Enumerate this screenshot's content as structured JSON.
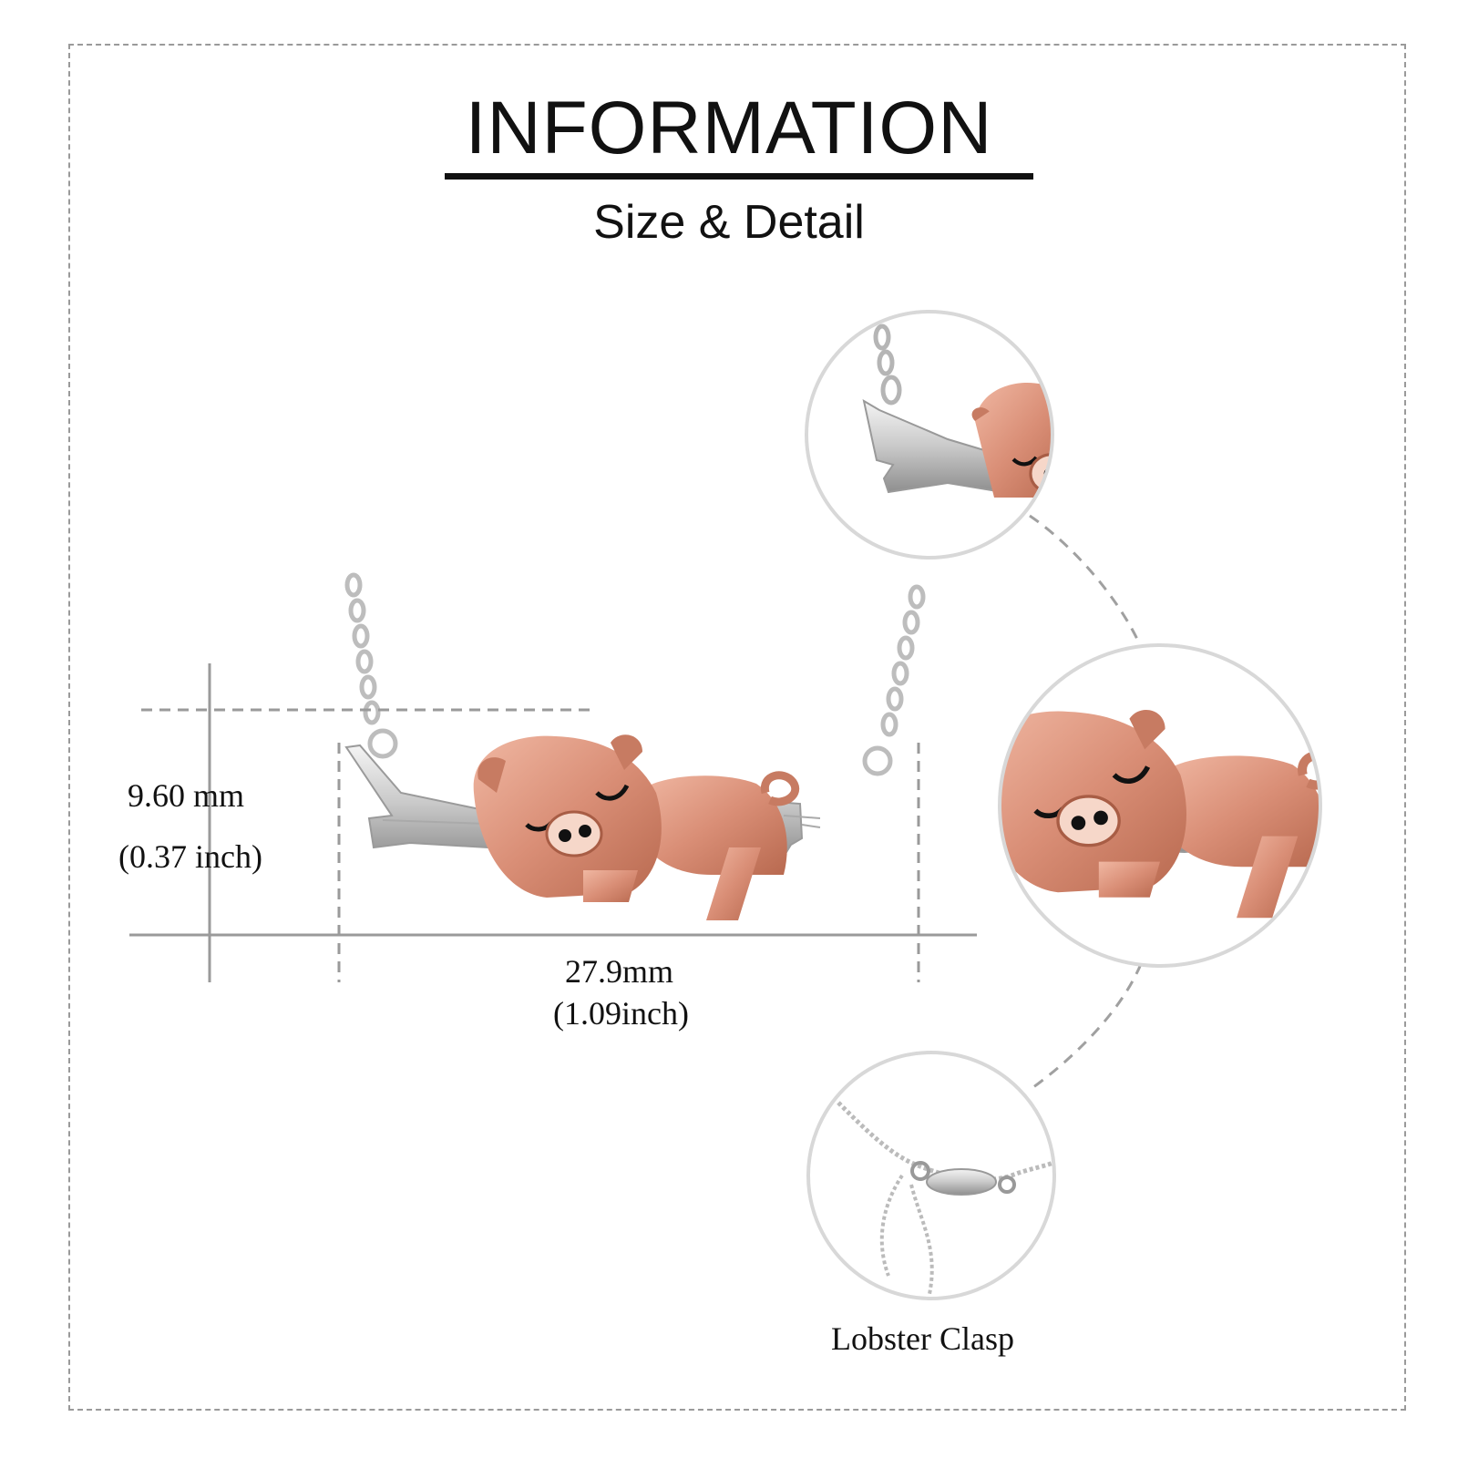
{
  "header": {
    "title": "INFORMATION",
    "subtitle": "Size & Detail"
  },
  "dimensions": {
    "height_mm": "9.60 mm",
    "height_inch": "(0.37 inch)",
    "width_mm": "27.9mm",
    "width_inch": "(1.09inch)"
  },
  "details": {
    "clasp_label": "Lobster  Clasp"
  },
  "colors": {
    "rose_gold": "#d9957f",
    "silver": "#d8d8d8",
    "frame": "#9a9a9a"
  }
}
